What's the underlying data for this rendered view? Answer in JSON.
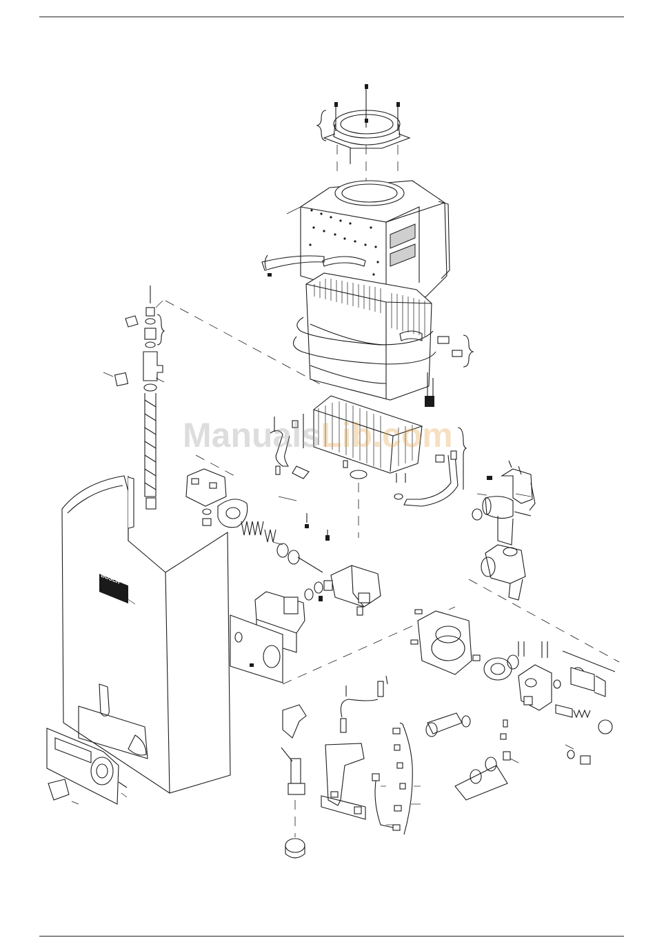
{
  "header": {
    "rule": true
  },
  "footer": {
    "rule": true
  },
  "appliance": {
    "brand_badge": "BOSCH"
  },
  "watermark": {
    "part1": "Manuals",
    "part2": "Lib.com"
  },
  "icons": [
    "screw-icon",
    "spring-icon",
    "o-ring-icon",
    "knob-icon",
    "hose-icon"
  ]
}
